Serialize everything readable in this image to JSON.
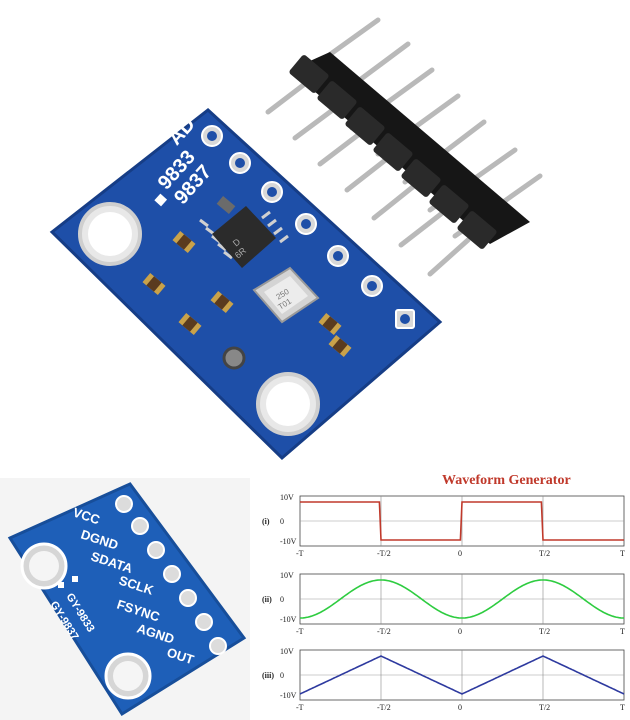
{
  "top_board": {
    "chip_text": [
      "AD",
      "9833",
      "9837"
    ],
    "ic_text": [
      "D",
      "6R"
    ],
    "crystal_text": [
      "250",
      "T01"
    ]
  },
  "bottom_board": {
    "pins": [
      "VCC",
      "DGND",
      "SDATA",
      "SCLK",
      "FSYNC",
      "AGND",
      "OUT"
    ],
    "labels": [
      "GY-9833",
      "GY-9837"
    ]
  },
  "waveform": {
    "title": "Waveform Generator",
    "panels": [
      {
        "label": "(i)",
        "type": "square",
        "color": "#c0392b"
      },
      {
        "label": "(ii)",
        "type": "sine",
        "color": "#2ecc40"
      },
      {
        "label": "(iii)",
        "type": "triangle",
        "color": "#2e3a9f"
      }
    ],
    "y_ticks": [
      "10V",
      "0",
      "-10V"
    ],
    "x_ticks": [
      "-T",
      "-T/2",
      "0",
      "T/2",
      "T"
    ]
  },
  "colors": {
    "pcb_blue": "#1e4fa8",
    "pcb_dark": "#163d86",
    "silkscreen": "#ffffff",
    "gold": "#c9a24a"
  }
}
